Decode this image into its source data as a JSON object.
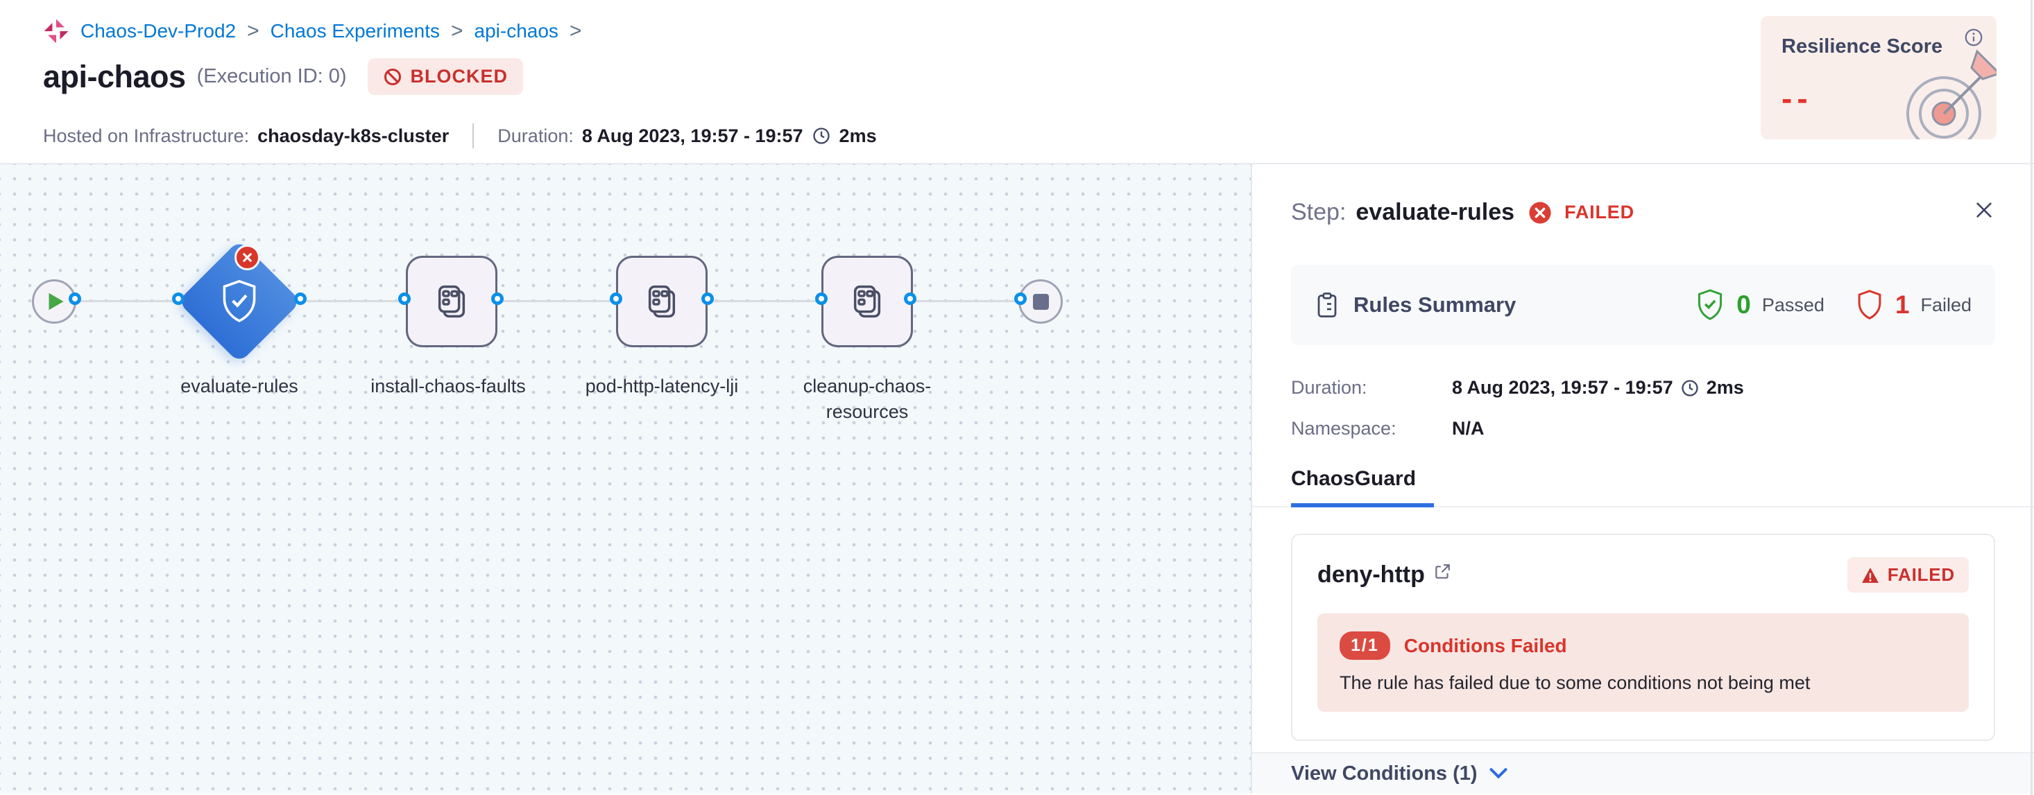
{
  "header": {
    "breadcrumb": {
      "separator": ">",
      "items": [
        {
          "label": "Chaos-Dev-Prod2"
        },
        {
          "label": "Chaos Experiments"
        },
        {
          "label": "api-chaos"
        }
      ]
    },
    "title": "api-chaos",
    "execution_id": "(Execution ID: 0)",
    "status_badge": "BLOCKED",
    "infra_label": "Hosted on Infrastructure:",
    "infra_value": "chaosday-k8s-cluster",
    "duration_label": "Duration:",
    "duration_value": "8 Aug 2023, 19:57 - 19:57",
    "duration_ms": "2ms",
    "resilience": {
      "title": "Resilience Score",
      "value": "--"
    }
  },
  "pipeline": {
    "nodes": [
      {
        "type": "start"
      },
      {
        "type": "diamond",
        "label": "evaluate-rules",
        "status": "failed"
      },
      {
        "type": "step",
        "label": "install-chaos-faults"
      },
      {
        "type": "step",
        "label": "pod-http-latency-lji"
      },
      {
        "type": "step",
        "label": "cleanup-chaos-resources"
      },
      {
        "type": "end"
      }
    ]
  },
  "panel": {
    "step_label": "Step:",
    "step_name": "evaluate-rules",
    "status": "FAILED",
    "rules_summary": {
      "title": "Rules Summary",
      "passed_count": "0",
      "passed_label": "Passed",
      "failed_count": "1",
      "failed_label": "Failed"
    },
    "duration_label": "Duration:",
    "duration_value": "8 Aug 2023, 19:57 - 19:57",
    "duration_ms": "2ms",
    "namespace_label": "Namespace:",
    "namespace_value": "N/A",
    "tab": "ChaosGuard",
    "rule": {
      "name": "deny-http",
      "status": "FAILED",
      "conditions_ratio": "1/1",
      "conditions_title": "Conditions Failed",
      "conditions_message": "The rule has failed due to some conditions not being met"
    },
    "footer_label": "View Conditions (1)"
  },
  "colors": {
    "accent_blue": "#0278D5",
    "node_blue": "#2E6FD6",
    "error_red": "#D8352B",
    "success_green": "#2BA02B",
    "brand_pink": "#D6336C"
  }
}
